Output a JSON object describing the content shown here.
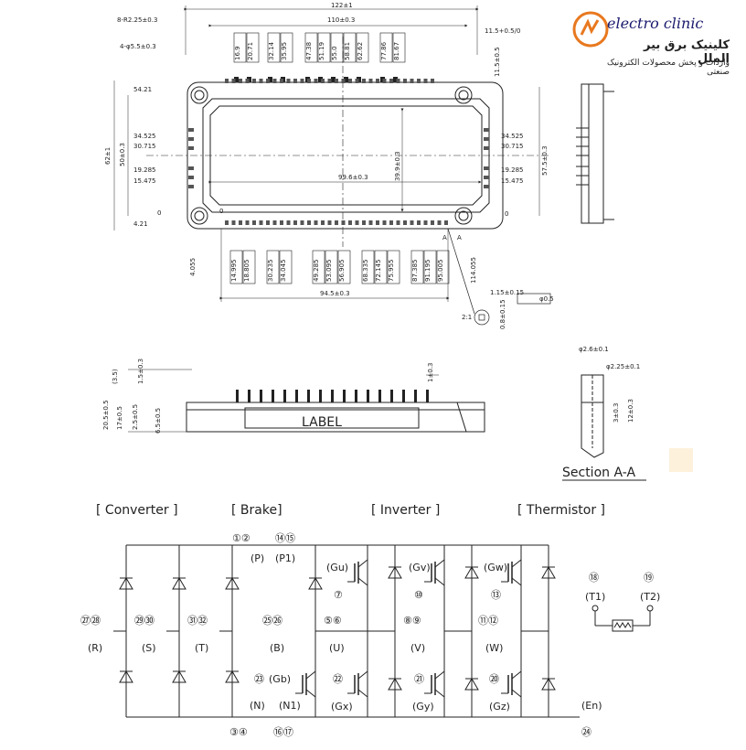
{
  "branding": {
    "name": "electro clinic",
    "tagline_fa": "کلینیک برق بیر الملل",
    "subtag_fa": "واردات و پخش محصولات الکترونیک صنعتی"
  },
  "mechanical": {
    "top_dims": [
      "122±1",
      "110±0.3",
      "8-R2.25±0.3",
      "4-φ5.5±0.3",
      "11.5+0.5/0",
      "11.5±0.5"
    ],
    "top_pin_x": [
      "16.9",
      "20.71",
      "32.14",
      "35.95",
      "47.38",
      "51.19",
      "55.0",
      "58.81",
      "62.62",
      "77.86",
      "81.67"
    ],
    "left_dims": [
      "54.21",
      "34.525",
      "30.715",
      "19.285",
      "15.475",
      "4.21",
      "62±1",
      "50±0.3",
      "0"
    ],
    "right_dims": [
      "34.525",
      "30.715",
      "19.285",
      "15.475",
      "57.5±0.3",
      "0"
    ],
    "bottom_pin_x": [
      "14.995",
      "18.805",
      "30.235",
      "34.045",
      "49.285",
      "53.095",
      "56.905",
      "68.335",
      "72.145",
      "75.955",
      "87.385",
      "91.195",
      "95.005"
    ],
    "misc_dims": [
      "4.055",
      "114.055",
      "94.5±0.3",
      "99.6±0.3",
      "39.9±0.3",
      "0",
      "1.15±0.15",
      "φ0.5",
      "0.8±0.15",
      "2:1"
    ],
    "section_marks": [
      "A",
      "A"
    ],
    "side_dims": [
      "(3.5)",
      "1.5±0.3",
      "20.5±0.5",
      "17±0.5",
      "2.5±0.5",
      "6.5±0.5",
      "1±0.3"
    ],
    "label_text": "LABEL",
    "section_dims": [
      "φ2.6±0.1",
      "φ2.25±0.1",
      "3±0.3",
      "12±0.3"
    ],
    "section_title": "Section A-A"
  },
  "schematic": {
    "sections": [
      "[ Converter ]",
      "[ Brake]",
      "[ Inverter ]",
      "[ Thermistor ]"
    ],
    "pins_top_p": "①②",
    "p_label": "(P)",
    "pins_top_p1": "⑭⑮",
    "p1_label": "(P1)",
    "pins_bottom_n": "③④",
    "n_label": "(N)",
    "pins_bottom_n1": "⑯⑰",
    "n1_label": "(N1)",
    "r_pins": "㉗㉘",
    "r_label": "(R)",
    "s_pins": "㉙㉚",
    "s_label": "(S)",
    "t_pins": "㉛㉜",
    "t_label": "(T)",
    "b_pins": "㉕㉖",
    "b_label": "(B)",
    "gb_pin": "㉓",
    "gb_label": "(Gb)",
    "gu_label": "(Gu)",
    "gu_pin": "⑦",
    "gv_label": "(Gv)",
    "gv_pin": "⑩",
    "gw_label": "(Gw)",
    "gw_pin": "⑬",
    "u_pins": "⑤⑥",
    "u_label": "(U)",
    "v_pins": "⑧⑨",
    "v_label": "(V)",
    "w_pins": "⑪⑫",
    "w_label": "(W)",
    "gx_pin": "㉒",
    "gx_label": "(Gx)",
    "gy_pin": "㉑",
    "gy_label": "(Gy)",
    "gz_pin": "⑳",
    "gz_label": "(Gz)",
    "t1_pin": "⑱",
    "t1_label": "(T1)",
    "t2_pin": "⑲",
    "t2_label": "(T2)",
    "en_label": "(En)",
    "en_pin": "㉔"
  }
}
